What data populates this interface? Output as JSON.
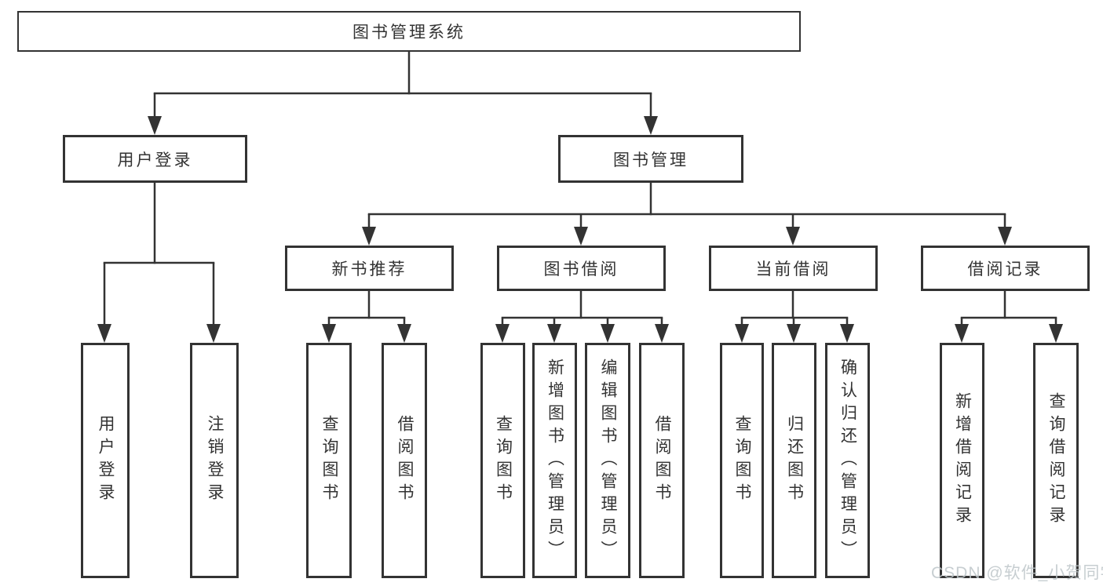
{
  "colors": {
    "line": "#333333",
    "box_border": "#333333",
    "box_background": "#ffffff",
    "text": "#333333",
    "watermark": "#bdc5c9"
  },
  "root": {
    "label": "图书管理系统"
  },
  "branches": [
    {
      "label": "用户登录",
      "leaves": [
        {
          "label": "用户登录"
        },
        {
          "label": "注销登录"
        }
      ]
    },
    {
      "label": "图书管理",
      "groups": [
        {
          "label": "新书推荐",
          "leaves": [
            {
              "label": "查询图书"
            },
            {
              "label": "借阅图书"
            }
          ]
        },
        {
          "label": "图书借阅",
          "leaves": [
            {
              "label": "查询图书"
            },
            {
              "label": "新增图书（管理员）"
            },
            {
              "label": "编辑图书（管理员）"
            },
            {
              "label": "借阅图书"
            }
          ]
        },
        {
          "label": "当前借阅",
          "leaves": [
            {
              "label": "查询图书"
            },
            {
              "label": "归还图书"
            },
            {
              "label": "确认归还（管理员）"
            }
          ]
        },
        {
          "label": "借阅记录",
          "leaves": [
            {
              "label": "新增借阅记录"
            },
            {
              "label": "查询借阅记录"
            }
          ]
        }
      ]
    }
  ],
  "watermark": "CSDN @软件_小贺同学"
}
